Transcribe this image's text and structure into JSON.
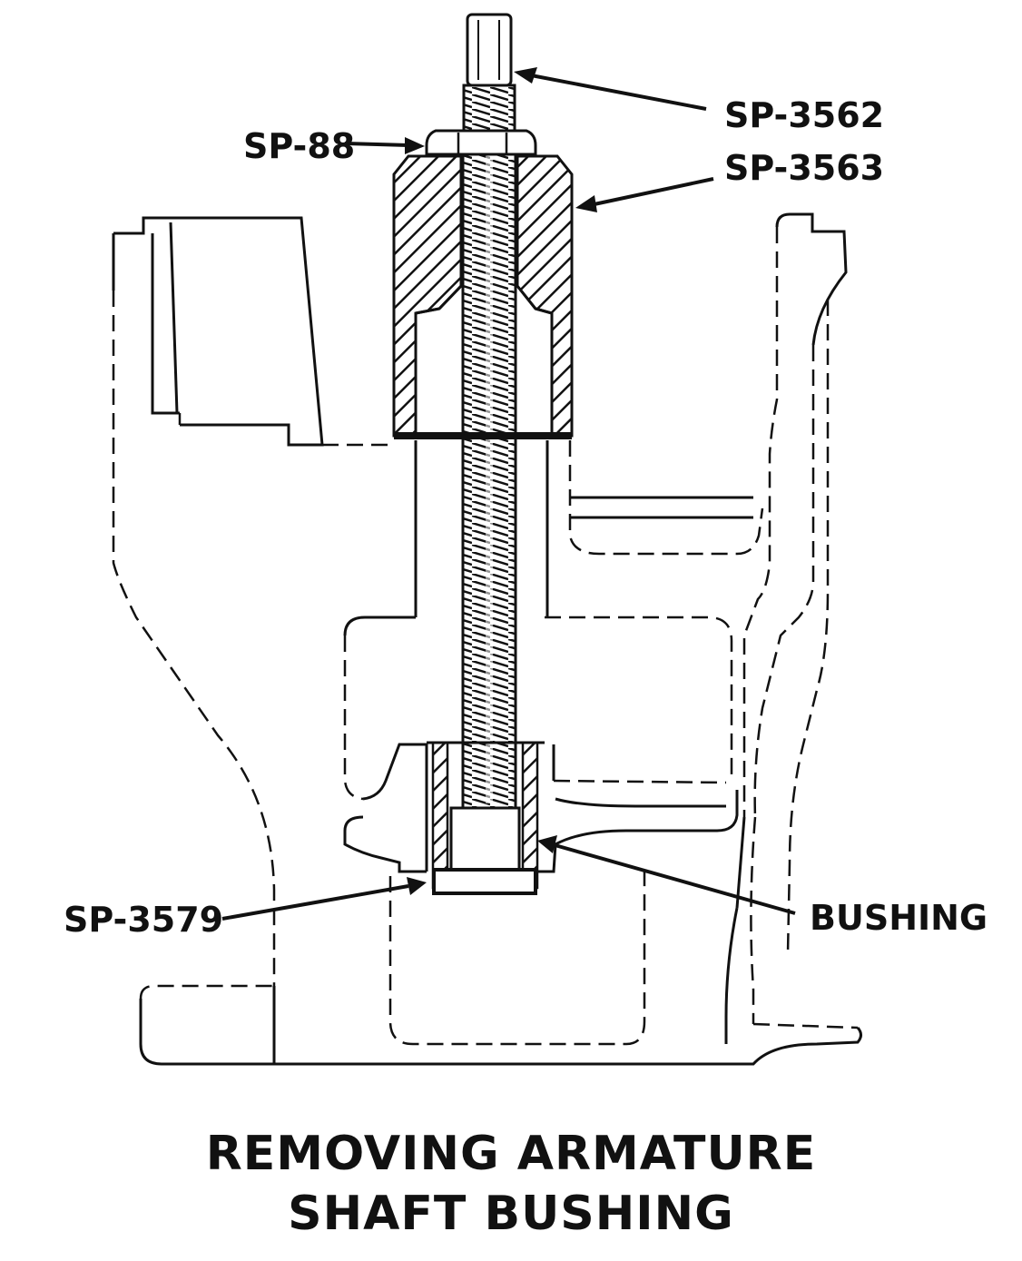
{
  "labels": {
    "sp3562": "SP-3562",
    "sp88": "SP-88",
    "sp3563": "SP-3563",
    "sp3579": "SP-3579",
    "bushing": "BUSHING"
  },
  "caption": {
    "line1": "REMOVING ARMATURE",
    "line2": "SHAFT BUSHING"
  }
}
